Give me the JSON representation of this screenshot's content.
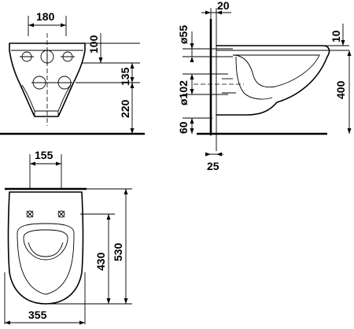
{
  "front_view": {
    "width_dim": "180",
    "hole_height_dim": "100",
    "hole_spacing_vertical_dim": "135",
    "floor_to_lower_hole_dim": "220"
  },
  "side_view": {
    "wall_offset_dim": "20",
    "inlet_diameter_dim": "ø55",
    "outlet_diameter_dim": "ø102",
    "outlet_height_dim": "60",
    "bottom_offset_dim": "25",
    "rim_height_dim": "10",
    "seat_height_dim": "400"
  },
  "top_view": {
    "hole_spacing_dim": "155",
    "inner_length_dim": "430",
    "overall_length_dim": "530",
    "overall_width_dim": "355"
  }
}
